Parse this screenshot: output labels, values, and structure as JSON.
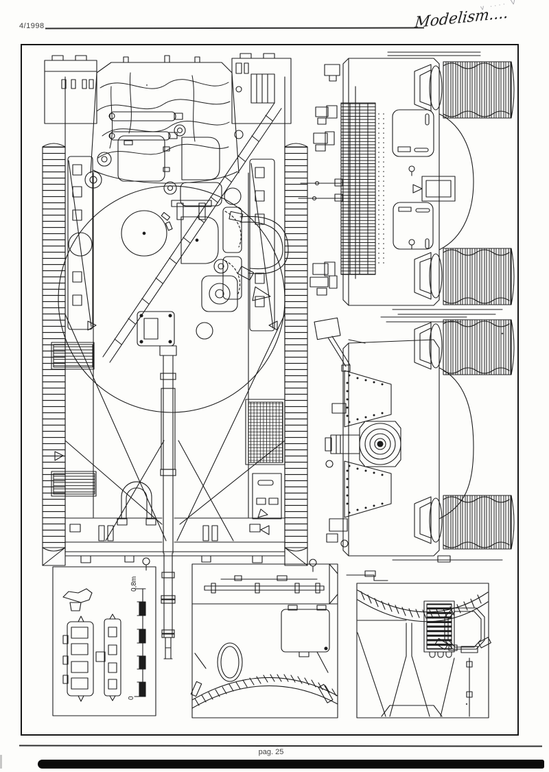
{
  "page": {
    "paper_color": "#fdfdfb",
    "ink_color": "#1c1c1c"
  },
  "header": {
    "issue": "4/1998",
    "magazine": "Modelism....",
    "scribble": "v ···· V"
  },
  "drawing": {
    "scale_bar": {
      "top_label": "0,8m",
      "bottom_label": "0"
    }
  },
  "footer": {
    "page_label": "pag. 25"
  }
}
